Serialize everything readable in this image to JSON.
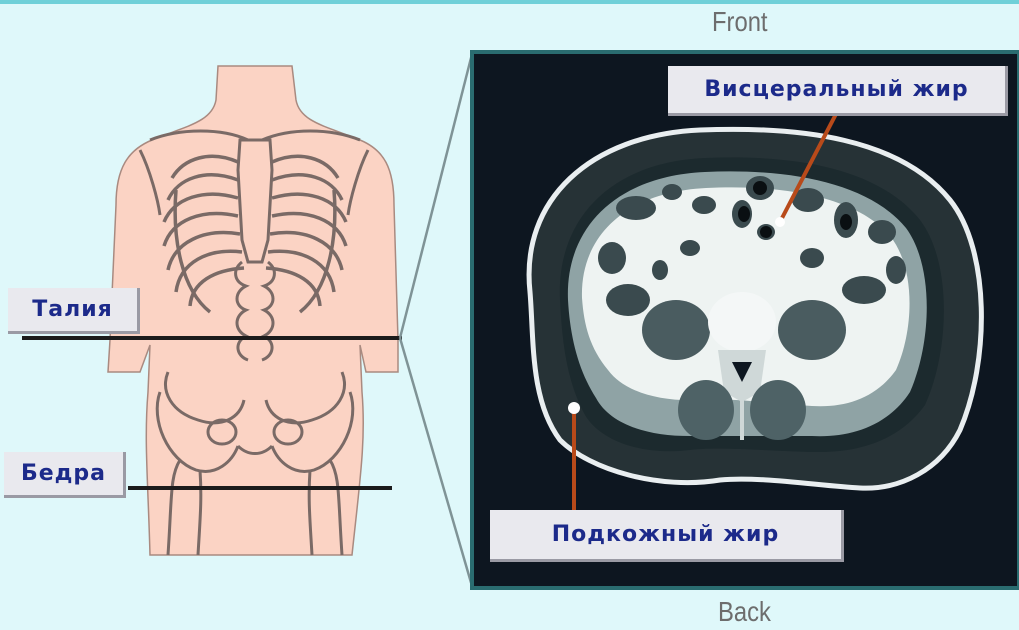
{
  "orientation": {
    "front": "Front",
    "back": "Back"
  },
  "body_levels": {
    "waist": "Талия",
    "hips": "Бедра"
  },
  "ct_labels": {
    "visceral_fat": "Висцеральный жир",
    "subcutaneous_fat": "Подкожный жир"
  },
  "colors": {
    "background": "#dff8fa",
    "skin": "#fbd3c4",
    "bone_outline": "#7a6a66",
    "ct_frame": "#0d1620",
    "ct_frame_border": "#2a6c70",
    "label_text": "#1c2a8a",
    "pointer": "#b84a1a"
  }
}
